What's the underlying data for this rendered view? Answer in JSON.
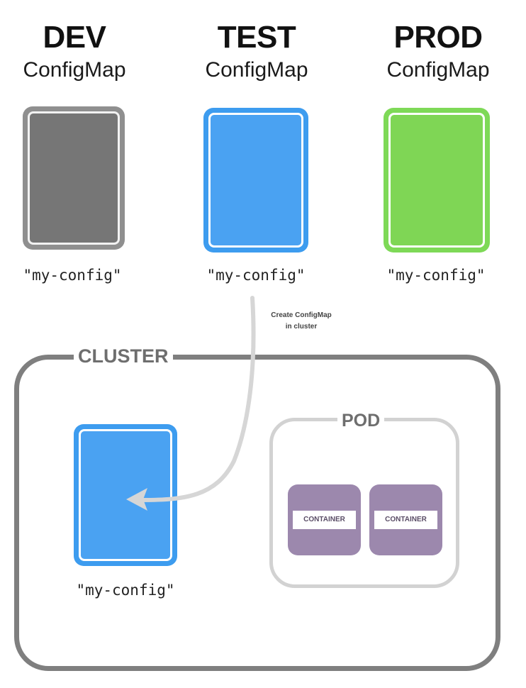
{
  "environments": [
    {
      "name": "DEV",
      "kind": "ConfigMap",
      "config_name": "\"my-config\"",
      "color": "#7a7a7a",
      "border_color": "#8f8f8f"
    },
    {
      "name": "TEST",
      "kind": "ConfigMap",
      "config_name": "\"my-config\"",
      "color": "#3d9cef",
      "border_color": "#3d9cef"
    },
    {
      "name": "PROD",
      "kind": "ConfigMap",
      "config_name": "\"my-config\"",
      "color": "#7ed957",
      "border_color": "#7ed957"
    }
  ],
  "arrow_note": {
    "line1": "Create ConfigMap",
    "line2": "in cluster"
  },
  "cluster": {
    "label": "CLUSTER",
    "configmap": {
      "config_name": "\"my-config\"",
      "color": "#3d9cef"
    },
    "pod": {
      "label": "POD",
      "containers": [
        {
          "label": "CONTAINER"
        },
        {
          "label": "CONTAINER"
        }
      ],
      "container_color": "#9c88ad"
    }
  }
}
